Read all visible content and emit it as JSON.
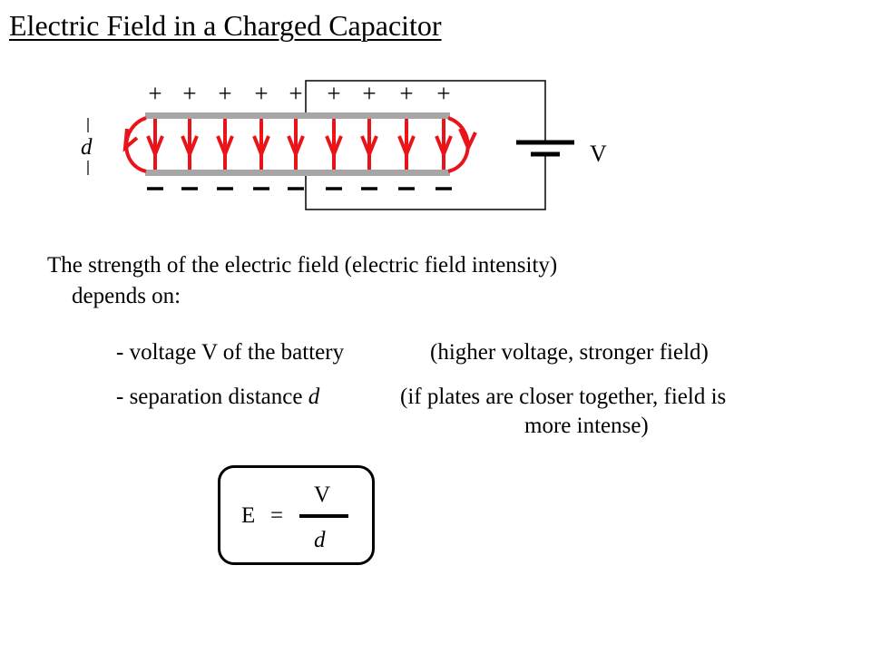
{
  "title": "Electric Field in a Charged Capacitor",
  "diagram": {
    "plus_sign": "+",
    "minus_sign": "–",
    "distance_label": "d",
    "battery_label": "V",
    "colors": {
      "plate": "#a6a6a6",
      "field": "#e8141a",
      "wire": "#000000"
    }
  },
  "text": {
    "line1": "The strength of the electric field (electric field intensity)",
    "line2": "depends on:",
    "item1_main": "- voltage V of the battery",
    "item1_note": "(higher voltage, stronger field)",
    "item2_main": "- separation distance",
    "item2_var": "d",
    "item2_note": "(if plates are closer together, field is",
    "item2_note_cont": "more intense)"
  },
  "formula": {
    "lhs": "E",
    "equals": "=",
    "numerator": "V",
    "denominator": "d"
  }
}
